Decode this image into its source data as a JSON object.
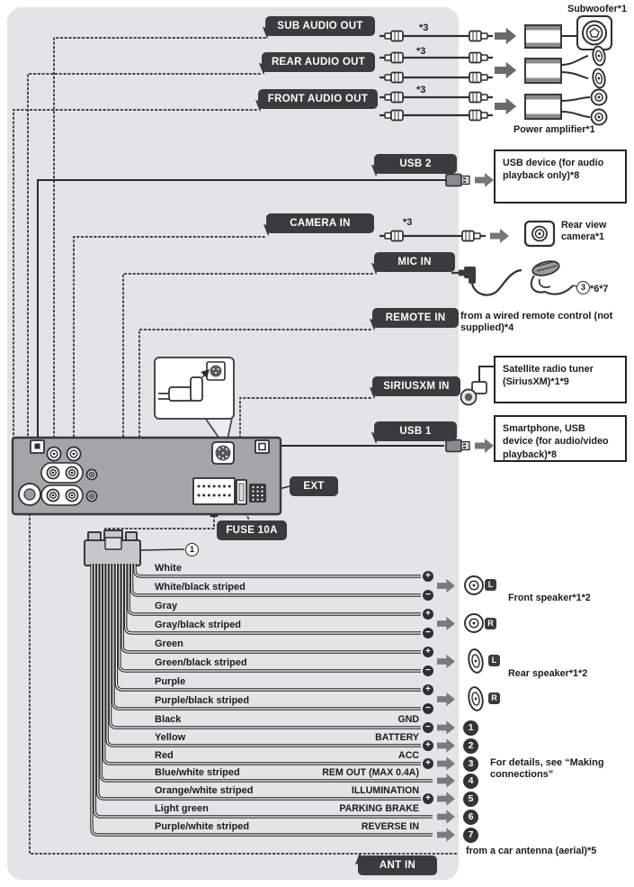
{
  "audio_outputs": {
    "groups": [
      {
        "label": "SUB AUDIO OUT",
        "cable_note": "*3"
      },
      {
        "label": "REAR AUDIO OUT",
        "cable_note": "*3"
      },
      {
        "label": "FRONT AUDIO OUT",
        "cable_note": "*3"
      }
    ],
    "subwoofer_label": "Subwoofer*1",
    "amplifier_label": "Power amplifier*1"
  },
  "ports": {
    "usb2": {
      "label": "USB 2",
      "device": "USB device (for audio playback only)*8"
    },
    "camera": {
      "label": "CAMERA IN",
      "cable_note": "*3",
      "device": "Rear view camera*1"
    },
    "mic": {
      "label": "MIC IN",
      "ref_number": "3",
      "note": "*6*7"
    },
    "remote": {
      "label": "REMOTE IN",
      "device": "from a wired remote control (not supplied)*4"
    },
    "siriusxm": {
      "label": "SIRIUSXM IN",
      "device": "Satellite radio tuner (SiriusXM)*1*9"
    },
    "usb1": {
      "label": "USB 1",
      "device": "Smartphone, USB device (for audio/video playback)*8"
    },
    "antenna": {
      "label": "ANT IN",
      "device": "from a car antenna (aerial)*5"
    }
  },
  "unit": {
    "ext_label": "EXT",
    "fuse_label": "FUSE 10A",
    "harness_ref": "1"
  },
  "harness": {
    "rows": [
      {
        "color": "White",
        "sign": "+"
      },
      {
        "color": "White/black striped",
        "sign": "−"
      },
      {
        "color": "Gray",
        "sign": "+"
      },
      {
        "color": "Gray/black striped",
        "sign": "−"
      },
      {
        "color": "Green",
        "sign": "+"
      },
      {
        "color": "Green/black striped",
        "sign": "−"
      },
      {
        "color": "Purple",
        "sign": "+"
      },
      {
        "color": "Purple/black striped",
        "sign": "−"
      },
      {
        "color": "Black",
        "function": "GND",
        "sign": "−",
        "target": "1"
      },
      {
        "color": "Yellow",
        "function": "BATTERY",
        "sign": "+",
        "target": "2"
      },
      {
        "color": "Red",
        "function": "ACC",
        "sign": "+",
        "target": "3"
      },
      {
        "color": "Blue/white striped",
        "function": "REM OUT (MAX 0.4A)",
        "target": "4"
      },
      {
        "color": "Orange/white striped",
        "function": "ILLUMINATION",
        "sign": "+",
        "target": "5"
      },
      {
        "color": "Light green",
        "function": "PARKING BRAKE",
        "target": "6"
      },
      {
        "color": "Purple/white striped",
        "function": "REVERSE IN",
        "target": "7"
      }
    ],
    "speakers": [
      {
        "label": "Front speaker*1*2",
        "channels": [
          "L",
          "R"
        ]
      },
      {
        "label": "Rear speaker*1*2",
        "channels": [
          "L",
          "R"
        ]
      }
    ],
    "targets_note": "For details, see “Making connections”"
  }
}
